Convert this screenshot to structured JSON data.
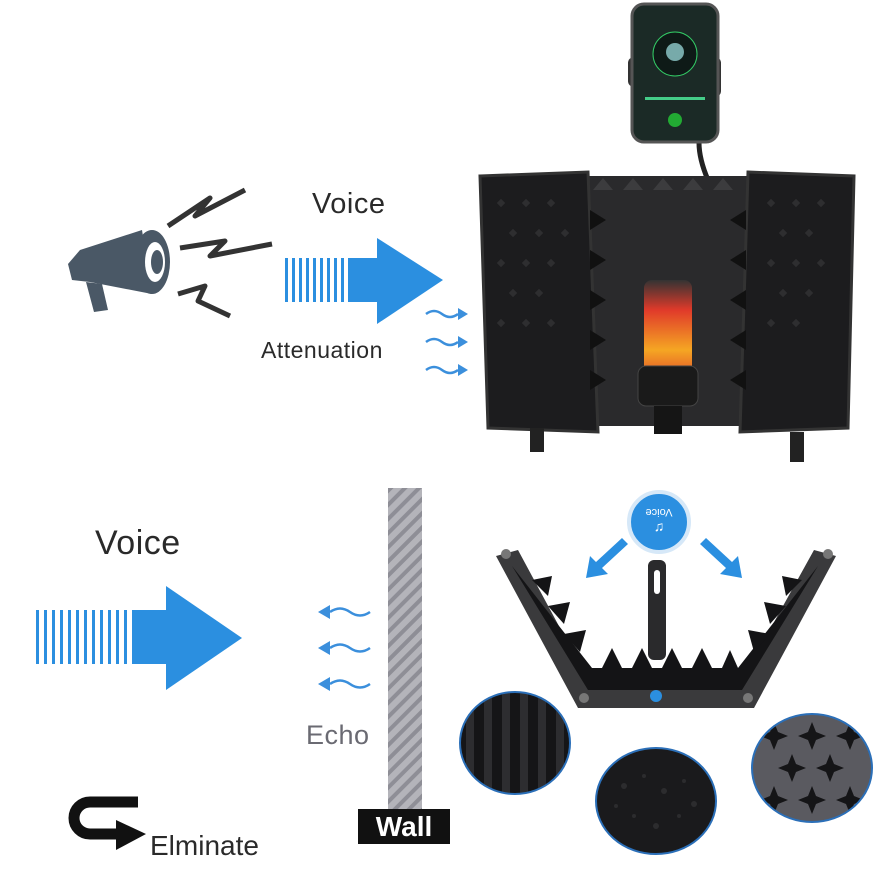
{
  "labels": {
    "voice_top": "Voice",
    "attenuation": "Attenuation",
    "voice_bottom": "Voice",
    "echo": "Echo",
    "wall": "Wall",
    "eliminate": "Elminate",
    "badge_voice": "Voice"
  },
  "colors": {
    "arrow_blue": "#2b8fe0",
    "wave_blue": "#3b8fdc",
    "foam_dark": "#1c1c1e",
    "frame": "#3a3a3c",
    "wall_gray": "#a8a8ae"
  },
  "icons": {
    "megaphone": "megaphone-icon",
    "eliminate": "u-turn-arrow-icon",
    "badge": "voice-bell-icon"
  }
}
